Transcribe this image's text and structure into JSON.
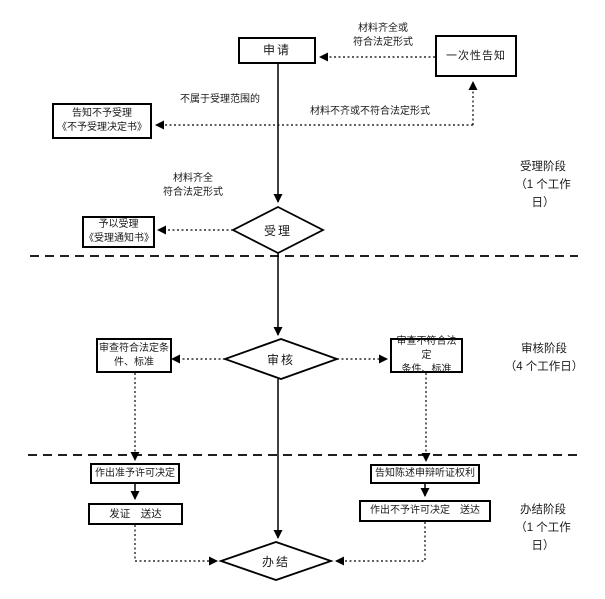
{
  "diagram": {
    "nodes": {
      "apply": "申请",
      "one_time_notice": "一次性告知",
      "reject_notice": "告知不予受理\n《不予受理决定书》",
      "accept": "受理",
      "accept_notice": "予以受理\n《受理通知书》",
      "review": "审核",
      "review_pass": "审查符合法定条\n件、标准",
      "review_fail": "审查不符合法定\n条件、标准",
      "grant_decision": "作出准予许可决定",
      "issue_deliver": "发证　送达",
      "hearing_rights": "告知陈述申辩听证权利",
      "deny_decision": "作出不予许可决定　送达",
      "complete": "办结"
    },
    "edge_labels": {
      "materials_complete_or_valid": "材料齐全或\n符合法定形式",
      "not_in_scope": "不属于受理范围的",
      "materials_incomplete": "材料不齐或不符合法定形式",
      "materials_complete_valid": "材料齐全\n符合法定形式"
    },
    "stages": {
      "accept_stage": "受理阶段\n（1 个工作\n日）",
      "review_stage": "审核阶段\n（4 个工作日）",
      "complete_stage": "办结阶段\n（1 个工作\n日）"
    },
    "colors": {
      "line": "#000000",
      "text": "#1a1a1a",
      "background": "#ffffff"
    }
  }
}
